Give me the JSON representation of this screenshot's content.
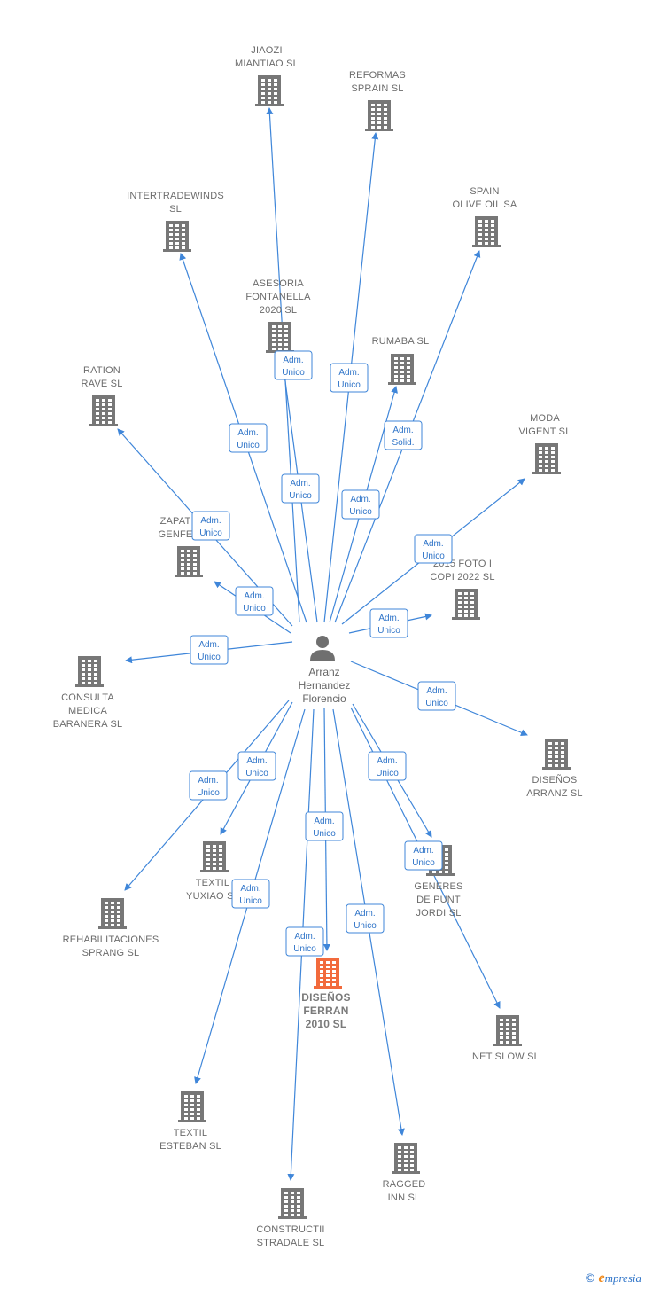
{
  "center": {
    "label_lines": [
      "Arranz",
      "Hernandez",
      "Florencio"
    ],
    "icon": "person-icon"
  },
  "colors": {
    "edge": "#3f86d9",
    "building": "#777777",
    "building_highlight": "#f26a3c",
    "badge_text": "#2f74c8"
  },
  "nodes": [
    {
      "id": "jiaozi",
      "label_lines": [
        "JIAOZI",
        "MIANTIAO  SL"
      ],
      "icon": "building-icon"
    },
    {
      "id": "reformas",
      "label_lines": [
        "REFORMAS",
        "SPRAIN SL"
      ],
      "icon": "building-icon"
    },
    {
      "id": "intertrade",
      "label_lines": [
        "INTERTRADEWINDS",
        "SL"
      ],
      "icon": "building-icon"
    },
    {
      "id": "spain",
      "label_lines": [
        "SPAIN",
        "OLIVE OIL SA"
      ],
      "icon": "building-icon"
    },
    {
      "id": "asesoria",
      "label_lines": [
        "ASESORIA",
        "FONTANELLA",
        "2020  SL"
      ],
      "icon": "building-icon"
    },
    {
      "id": "rumaba",
      "label_lines": [
        "RUMABA SL"
      ],
      "icon": "building-icon"
    },
    {
      "id": "ration",
      "label_lines": [
        "RATION",
        "RAVE SL"
      ],
      "icon": "building-icon"
    },
    {
      "id": "moda",
      "label_lines": [
        "MODA",
        "VIGENT  SL"
      ],
      "icon": "building-icon"
    },
    {
      "id": "zapat",
      "label_lines": [
        "ZAPAT",
        "GENFE"
      ],
      "icon": "building-icon"
    },
    {
      "id": "foto",
      "label_lines": [
        "2015 FOTO I",
        "COPI 2022  SL"
      ],
      "icon": "building-icon"
    },
    {
      "id": "consulta",
      "label_lines": [
        "CONSULTA",
        "MEDICA",
        "BARANERA  SL"
      ],
      "icon": "building-icon"
    },
    {
      "id": "disenos_arranz",
      "label_lines": [
        "DISEÑOS",
        "ARRANZ  SL"
      ],
      "icon": "building-icon"
    },
    {
      "id": "textil_yuxiao",
      "label_lines": [
        "TEXTIL",
        "YUXIAO SL"
      ],
      "icon": "building-icon"
    },
    {
      "id": "generes",
      "label_lines": [
        "GENERES",
        "DE PUNT",
        "JORDI  SL"
      ],
      "icon": "building-icon"
    },
    {
      "id": "rehab",
      "label_lines": [
        "REHABILITACIONES",
        "SPRANG SL"
      ],
      "icon": "building-icon"
    },
    {
      "id": "disenos_ferran",
      "label_lines": [
        "DISEÑOS",
        "FERRAN",
        "2010  SL"
      ],
      "icon": "building-icon",
      "highlight": true
    },
    {
      "id": "netslow",
      "label_lines": [
        "NET SLOW SL"
      ],
      "icon": "building-icon"
    },
    {
      "id": "textil_esteban",
      "label_lines": [
        "TEXTIL",
        "ESTEBAN  SL"
      ],
      "icon": "building-icon"
    },
    {
      "id": "ragged",
      "label_lines": [
        "RAGGED",
        "INN SL"
      ],
      "icon": "building-icon"
    },
    {
      "id": "constructii",
      "label_lines": [
        "CONSTRUCTII",
        "STRADALE SL"
      ],
      "icon": "building-icon"
    }
  ],
  "edges": [
    {
      "to": "jiaozi",
      "role_lines": [
        "Adm.",
        "Unico"
      ]
    },
    {
      "to": "reformas",
      "role_lines": [
        "Adm.",
        "Unico"
      ]
    },
    {
      "to": "intertrade",
      "role_lines": [
        "Adm.",
        "Unico"
      ]
    },
    {
      "to": "spain",
      "role_lines": [
        "Adm.",
        "Solid."
      ]
    },
    {
      "to": "asesoria",
      "role_lines": [
        "Adm.",
        "Unico"
      ]
    },
    {
      "to": "rumaba",
      "role_lines": [
        "Adm.",
        "Unico"
      ]
    },
    {
      "to": "ration",
      "role_lines": [
        "Adm.",
        "Unico"
      ]
    },
    {
      "to": "moda",
      "role_lines": [
        "Adm.",
        "Unico"
      ]
    },
    {
      "to": "zapat",
      "role_lines": [
        "Adm.",
        "Unico"
      ]
    },
    {
      "to": "foto",
      "role_lines": [
        "Adm.",
        "Unico"
      ]
    },
    {
      "to": "consulta",
      "role_lines": [
        "Adm.",
        "Unico"
      ]
    },
    {
      "to": "disenos_arranz",
      "role_lines": [
        "Adm.",
        "Unico"
      ]
    },
    {
      "to": "textil_yuxiao",
      "role_lines": [
        "Adm.",
        "Unico"
      ]
    },
    {
      "to": "generes",
      "role_lines": [
        "Adm.",
        "Unico"
      ]
    },
    {
      "to": "rehab",
      "role_lines": [
        "Adm.",
        "Unico"
      ]
    },
    {
      "to": "disenos_ferran",
      "role_lines": [
        "Adm.",
        "Unico"
      ]
    },
    {
      "to": "netslow",
      "role_lines": [
        "Adm.",
        "Unico"
      ]
    },
    {
      "to": "textil_esteban",
      "role_lines": [
        "Adm.",
        "Unico"
      ]
    },
    {
      "to": "ragged",
      "role_lines": [
        "Adm.",
        "Unico"
      ]
    },
    {
      "to": "constructii",
      "role_lines": [
        "Adm.",
        "Unico"
      ]
    }
  ],
  "footer": {
    "copyright": "©",
    "brand_initial": "e",
    "brand_rest": "mpresia"
  }
}
